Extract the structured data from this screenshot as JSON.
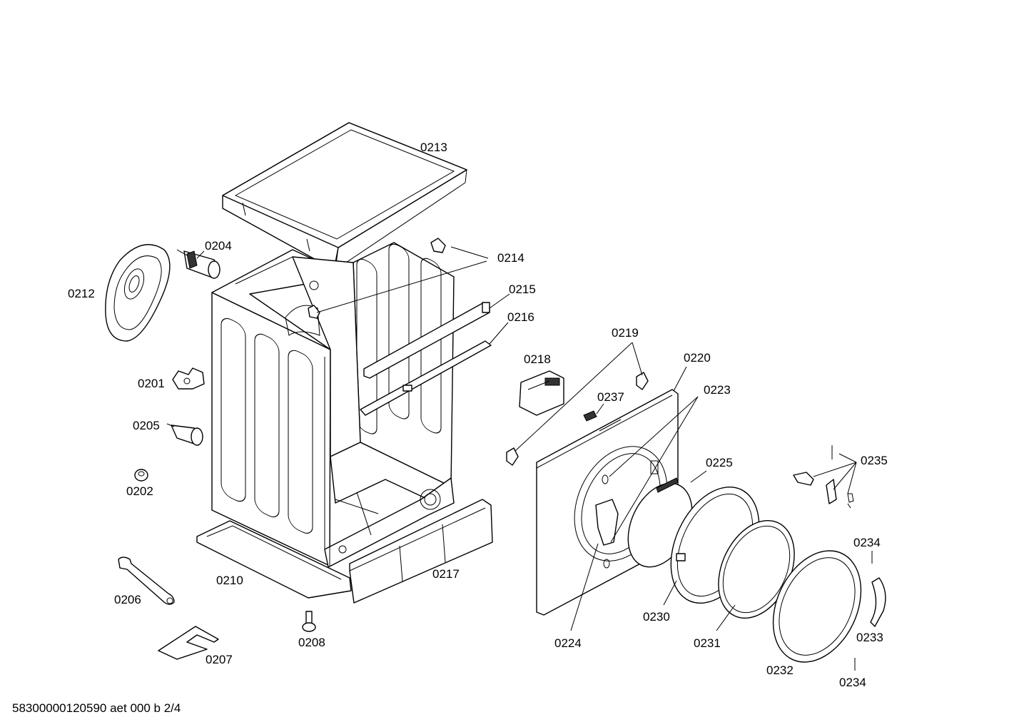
{
  "footer": {
    "code": "58300000120590 aet 000 b 2/4"
  },
  "callouts": {
    "c0213": "0213",
    "c0204": "0204",
    "c0214": "0214",
    "c0212": "0212",
    "c0215": "0215",
    "c0216": "0216",
    "c0219": "0219",
    "c0218": "0218",
    "c0220": "0220",
    "c0201": "0201",
    "c0237": "0237",
    "c0223": "0223",
    "c0205": "0205",
    "c0225": "0225",
    "c0235": "0235",
    "c0202": "0202",
    "c0234a": "0234",
    "c0206": "0206",
    "c0210": "0210",
    "c0217": "0217",
    "c0230": "0230",
    "c0233": "0233",
    "c0208": "0208",
    "c0224": "0224",
    "c0231": "0231",
    "c0207": "0207",
    "c0232": "0232",
    "c0234b": "0234"
  }
}
